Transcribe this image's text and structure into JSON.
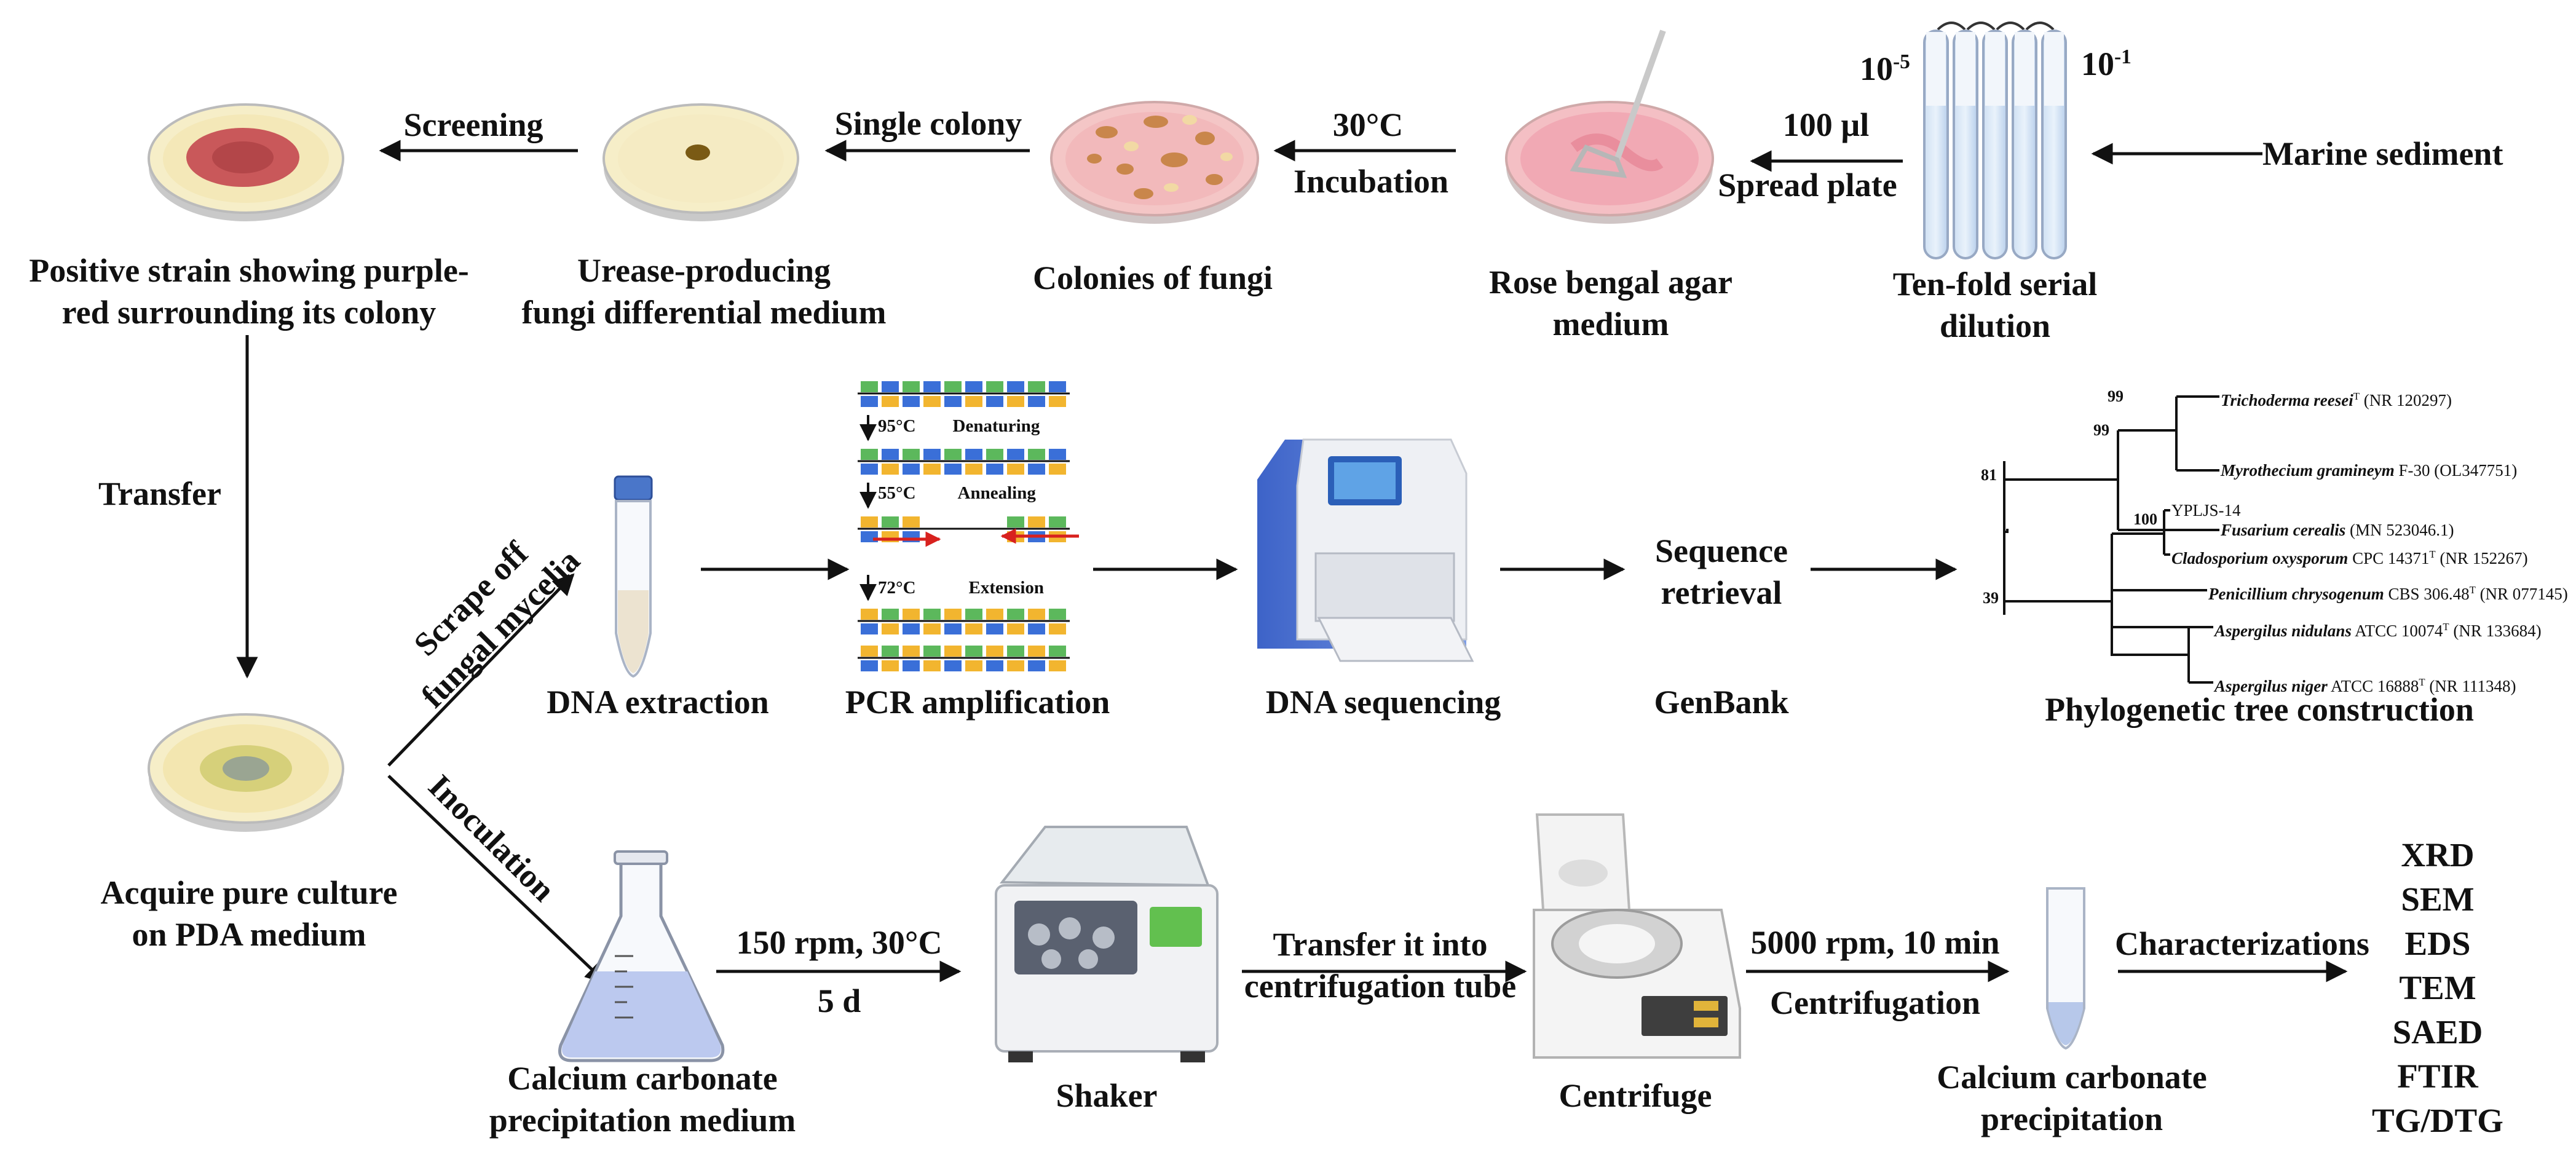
{
  "top": {
    "marine_sediment": "Marine sediment",
    "dilution_low": "10",
    "dilution_low_exp": "-5",
    "dilution_high": "10",
    "dilution_high_exp": "-1",
    "tenfold_1": "Ten-fold serial",
    "tenfold_2": "dilution",
    "volume": "100 µl",
    "spread": "Spread plate",
    "rose_1": "Rose bengal agar",
    "rose_2": "medium",
    "temp": "30°C",
    "incubation": "Incubation",
    "colonies": "Colonies of fungi",
    "single": "Single colony",
    "urease_1": "Urease-producing",
    "urease_2": "fungi  differential medium",
    "screening": "Screening",
    "positive_1": "Positive strain showing purple-",
    "positive_2": "red surrounding its colony"
  },
  "transfer": "Transfer",
  "pure_1": "Acquire pure culture",
  "pure_2": "on PDA medium",
  "scrape_1": "Scrape off",
  "scrape_2": "fungal mycelia",
  "inoculation": "Inoculation",
  "middle": {
    "dna_extraction": "DNA extraction",
    "pcr": "PCR amplification",
    "pcr_steps": [
      {
        "temp": "95°C",
        "name": "Denaturing"
      },
      {
        "temp": "55°C",
        "name": "Annealing"
      },
      {
        "temp": "72°C",
        "name": "Extension"
      }
    ],
    "dna_sequencing": "DNA sequencing",
    "seq_1": "Sequence",
    "seq_2": "retrieval",
    "genbank": "GenBank",
    "phylo": "Phylogenetic tree construction"
  },
  "tree": {
    "bootstrap": [
      "99",
      "99",
      "81",
      "100",
      "39"
    ],
    "taxa": [
      {
        "genus": "Trichoderma reesei",
        "strain": "",
        "sup": "T",
        "acc": " (NR 120297)"
      },
      {
        "genus": "Myrothecium gramineym",
        "strain": " F-30",
        "sup": "",
        "acc": " (OL347751)"
      },
      {
        "genus": "Fusarium cerealis",
        "strain": "",
        "sup": "",
        "acc": " (MN 523046.1)"
      },
      {
        "genus": "",
        "strain": "YPLJS-14",
        "sup": "",
        "acc": ""
      },
      {
        "genus": "Cladosporium oxysporum",
        "strain": " CPC 14371",
        "sup": "T",
        "acc": " (NR 152267)"
      },
      {
        "genus": "Penicillium chrysogenum",
        "strain": " CBS 306.48",
        "sup": "T",
        "acc": " (NR 077145)"
      },
      {
        "genus": "Aspergilus nidulans",
        "strain": " ATCC 10074",
        "sup": "T",
        "acc": " (NR 133684)"
      },
      {
        "genus": "Aspergilus niger",
        "strain": " ATCC 16888",
        "sup": "T",
        "acc": " (NR 111348)"
      }
    ]
  },
  "bottom": {
    "flask_1": "Calcium carbonate",
    "flask_2": "precipitation medium",
    "rpm": "150 rpm, 30°C",
    "days": "5 d",
    "shaker": "Shaker",
    "transfer_1": "Transfer it into",
    "transfer_2": "centrifugation tube",
    "centrifuge": "Centrifuge",
    "spin": "5000 rpm, 10 min",
    "centrifugation": "Centrifugation",
    "precip_1": "Calcium carbonate",
    "precip_2": "precipitation",
    "characterizations": "Characterizations",
    "methods": [
      "XRD",
      "SEM",
      "EDS",
      "TEM",
      "SAED",
      "FTIR",
      "TG/DTG"
    ]
  },
  "colors": {
    "dish_cream": "#f6eec8",
    "rose": "#f1a9b4",
    "purple_red": "#c9585a",
    "pcr_green": "#5cb85c",
    "pcr_blue": "#3a6fd8",
    "pcr_yellow": "#f2b52f"
  }
}
